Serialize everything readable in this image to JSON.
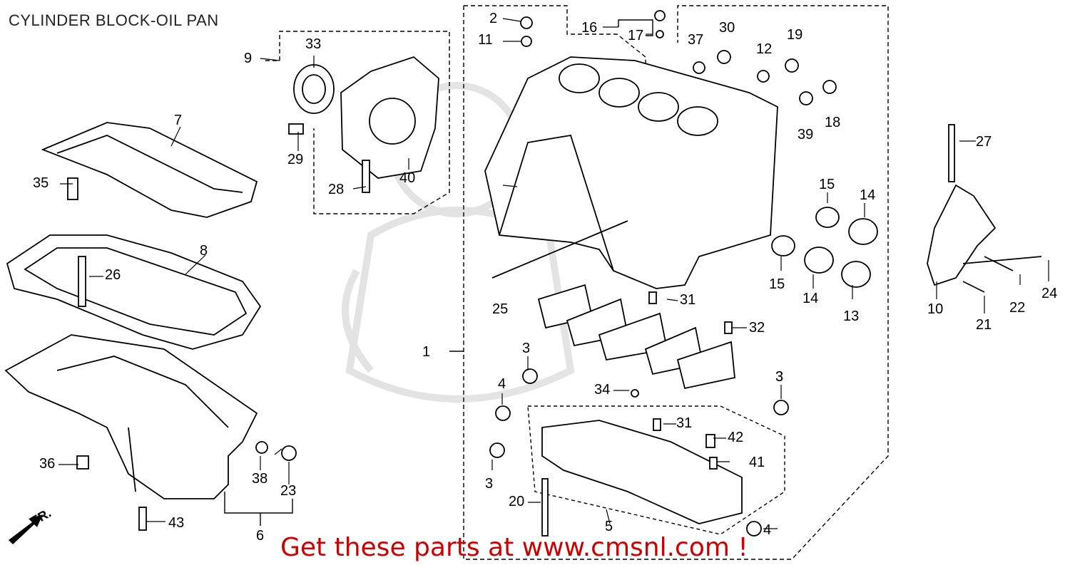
{
  "title": "CYLINDER BLOCK-OIL PAN",
  "footer": "Get these parts at www.cmsnl.com !",
  "direction_label": "FR.",
  "callouts": [
    "1",
    "2",
    "3",
    "3",
    "3",
    "3",
    "4",
    "4",
    "5",
    "6",
    "7",
    "8",
    "9",
    "10",
    "11",
    "12",
    "13",
    "14",
    "14",
    "15",
    "15",
    "16",
    "17",
    "18",
    "19",
    "20",
    "21",
    "22",
    "23",
    "24",
    "25",
    "26",
    "27",
    "28",
    "29",
    "30",
    "31",
    "31",
    "32",
    "33",
    "34",
    "35",
    "36",
    "37",
    "38",
    "39",
    "40",
    "41",
    "42",
    "43"
  ],
  "colors": {
    "footer": "#cc0000",
    "title": "#222222",
    "line": "#000000",
    "watermark": "#d8d8d8"
  },
  "icons": {
    "direction_arrow": "arrow-down-left-icon"
  }
}
